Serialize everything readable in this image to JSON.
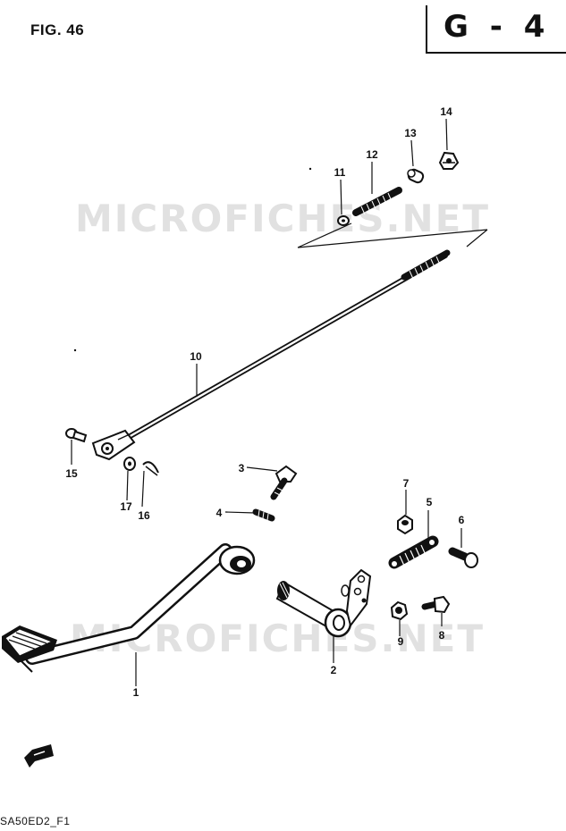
{
  "figure": {
    "label": "FIG. 46",
    "group": "G - 4"
  },
  "watermark": "MICROFICHES.NET",
  "callouts": [
    "1",
    "2",
    "3",
    "4",
    "5",
    "6",
    "7",
    "8",
    "9",
    "10",
    "11",
    "12",
    "13",
    "14",
    "15",
    "16",
    "17"
  ],
  "footer": "SA50ED2_F1"
}
